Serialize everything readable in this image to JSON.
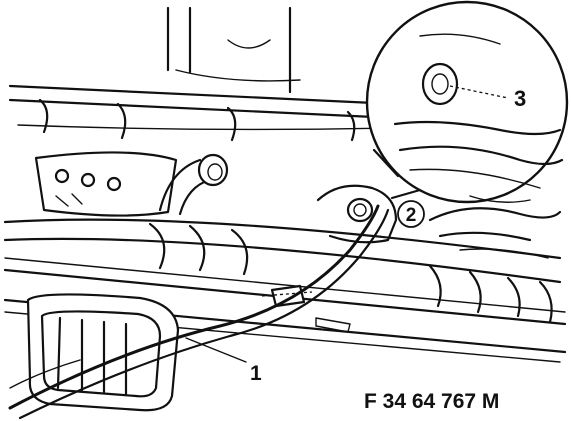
{
  "figure": {
    "code": "F 34 64 767 M"
  },
  "callouts": [
    {
      "id": "1",
      "text": "1"
    },
    {
      "id": "2",
      "text": "2"
    },
    {
      "id": "3",
      "text": "3"
    }
  ]
}
